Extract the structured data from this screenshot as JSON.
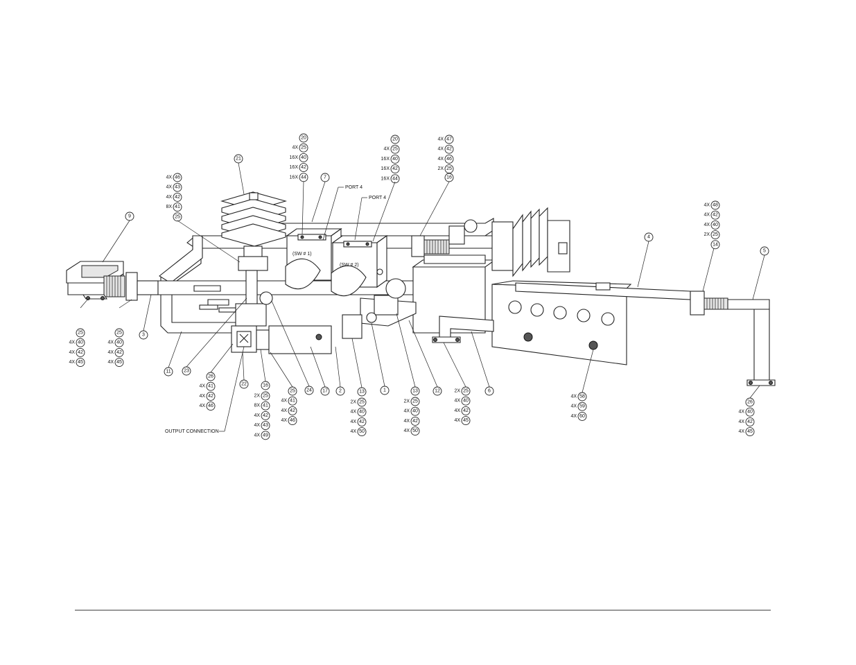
{
  "notes": {
    "port4_a": "PORT 4",
    "port4_b": "PORT 4",
    "sw1": "(SW # 1)",
    "sw2": "(SW # 2)",
    "output": "OUTPUT CONNECTION"
  },
  "balloons": [
    {
      "id": "b9",
      "label": "9"
    },
    {
      "id": "b21",
      "label": "21"
    },
    {
      "id": "b7",
      "label": "7"
    },
    {
      "id": "b16top",
      "label": "16"
    },
    {
      "id": "b4",
      "label": "4"
    },
    {
      "id": "b5",
      "label": "5"
    },
    {
      "id": "b3",
      "label": "3"
    },
    {
      "id": "b11",
      "label": "11"
    },
    {
      "id": "b23",
      "label": "23"
    },
    {
      "id": "b22",
      "label": "22"
    },
    {
      "id": "b16",
      "label": "16"
    },
    {
      "id": "b24",
      "label": "24"
    },
    {
      "id": "b17",
      "label": "17"
    },
    {
      "id": "b2",
      "label": "2"
    },
    {
      "id": "b13a",
      "label": "13"
    },
    {
      "id": "b1",
      "label": "1"
    },
    {
      "id": "b13b",
      "label": "13"
    },
    {
      "id": "b12",
      "label": "12"
    },
    {
      "id": "b6",
      "label": "6"
    }
  ],
  "stacks": [
    {
      "id": "s_top_left",
      "items": [
        {
          "q": "4X",
          "n": "46"
        },
        {
          "q": "4X",
          "n": "43"
        },
        {
          "q": "4X",
          "n": "42"
        },
        {
          "q": "8X",
          "n": "41"
        },
        {
          "q": "",
          "n": "25"
        }
      ]
    },
    {
      "id": "s_sw1",
      "items": [
        {
          "q": "",
          "n": "20"
        },
        {
          "q": "4X",
          "n": "25"
        },
        {
          "q": "16X",
          "n": "40"
        },
        {
          "q": "16X",
          "n": "42"
        },
        {
          "q": "16X",
          "n": "44"
        }
      ]
    },
    {
      "id": "s_sw2",
      "items": [
        {
          "q": "",
          "n": "20"
        },
        {
          "q": "4X",
          "n": "25"
        },
        {
          "q": "16X",
          "n": "40"
        },
        {
          "q": "16X",
          "n": "42"
        },
        {
          "q": "16X",
          "n": "44"
        }
      ]
    },
    {
      "id": "s_top_mid",
      "items": [
        {
          "q": "4X",
          "n": "47"
        },
        {
          "q": "4X",
          "n": "42"
        },
        {
          "q": "4X",
          "n": "46"
        },
        {
          "q": "2X",
          "n": "25"
        }
      ]
    },
    {
      "id": "s_top_right",
      "items": [
        {
          "q": "4X",
          "n": "48"
        },
        {
          "q": "4X",
          "n": "42"
        },
        {
          "q": "4X",
          "n": "40"
        },
        {
          "q": "2X",
          "n": "25"
        },
        {
          "q": "",
          "n": "14"
        }
      ]
    },
    {
      "id": "s_bl1",
      "items": [
        {
          "q": "",
          "n": "25"
        },
        {
          "q": "4X",
          "n": "40"
        },
        {
          "q": "4X",
          "n": "42"
        },
        {
          "q": "4X",
          "n": "45"
        }
      ]
    },
    {
      "id": "s_bl2",
      "items": [
        {
          "q": "",
          "n": "25"
        },
        {
          "q": "4X",
          "n": "40"
        },
        {
          "q": "4X",
          "n": "42"
        },
        {
          "q": "4X",
          "n": "45"
        }
      ]
    },
    {
      "id": "s_b26a",
      "items": [
        {
          "q": "",
          "n": "26"
        },
        {
          "q": "4X",
          "n": "41"
        },
        {
          "q": "4X",
          "n": "42"
        },
        {
          "q": "4X",
          "n": "46"
        }
      ]
    },
    {
      "id": "s_b16",
      "items": [
        {
          "q": "2X",
          "n": "25"
        },
        {
          "q": "8X",
          "n": "41"
        },
        {
          "q": "4X",
          "n": "42"
        },
        {
          "q": "4X",
          "n": "43"
        },
        {
          "q": "4X",
          "n": "49"
        }
      ]
    },
    {
      "id": "s_b25",
      "items": [
        {
          "q": "",
          "n": "25"
        },
        {
          "q": "4X",
          "n": "41"
        },
        {
          "q": "4X",
          "n": "42"
        },
        {
          "q": "4X",
          "n": "46"
        }
      ]
    },
    {
      "id": "s_b13a",
      "items": [
        {
          "q": "2X",
          "n": "25"
        },
        {
          "q": "4X",
          "n": "40"
        },
        {
          "q": "4X",
          "n": "42"
        },
        {
          "q": "4X",
          "n": "50"
        }
      ]
    },
    {
      "id": "s_b13b",
      "items": [
        {
          "q": "2X",
          "n": "25"
        },
        {
          "q": "4X",
          "n": "40"
        },
        {
          "q": "4X",
          "n": "42"
        },
        {
          "q": "4X",
          "n": "50"
        }
      ]
    },
    {
      "id": "s_b6",
      "items": [
        {
          "q": "2X",
          "n": "25"
        },
        {
          "q": "4X",
          "n": "40"
        },
        {
          "q": "4X",
          "n": "42"
        },
        {
          "q": "4X",
          "n": "45"
        }
      ]
    },
    {
      "id": "s_b58",
      "items": [
        {
          "q": "4X",
          "n": "58"
        },
        {
          "q": "4X",
          "n": "59"
        },
        {
          "q": "4X",
          "n": "60"
        }
      ]
    },
    {
      "id": "s_b26r",
      "items": [
        {
          "q": "",
          "n": "26"
        },
        {
          "q": "4X",
          "n": "40"
        },
        {
          "q": "4X",
          "n": "42"
        },
        {
          "q": "4X",
          "n": "45"
        }
      ]
    }
  ]
}
